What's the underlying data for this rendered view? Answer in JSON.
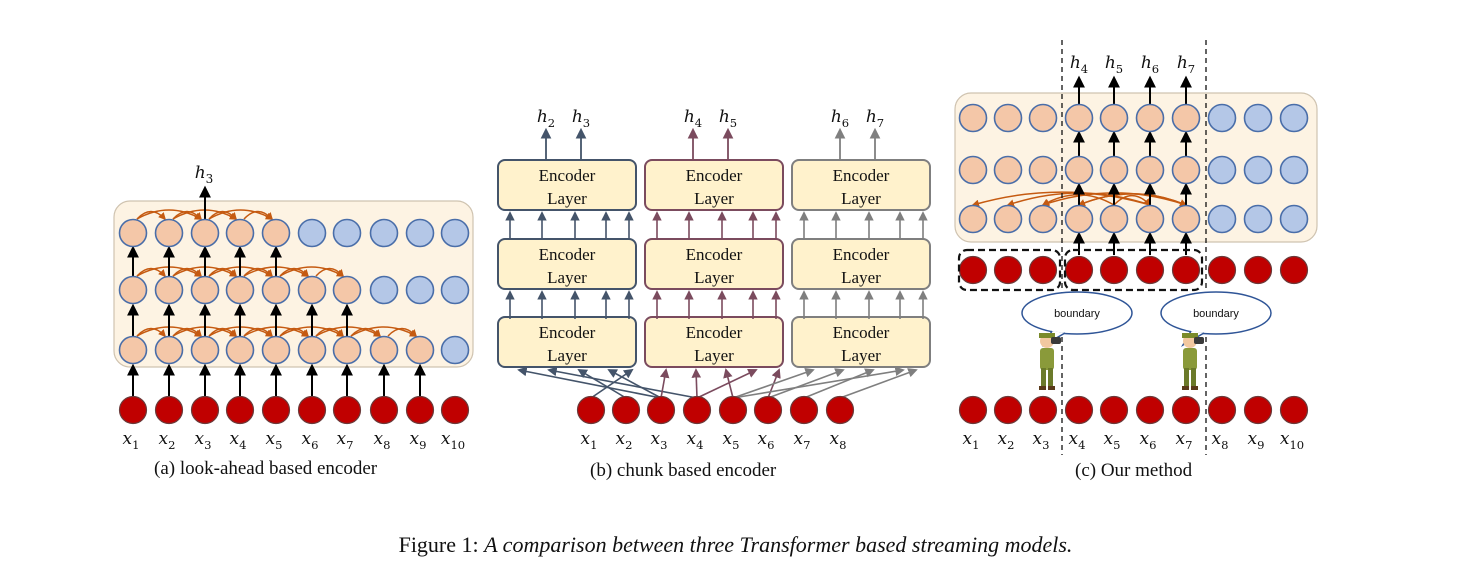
{
  "panel_a": {
    "caption": "(a) look-ahead based encoder",
    "inputs": [
      "x1",
      "x2",
      "x3",
      "x4",
      "x5",
      "x6",
      "x7",
      "x8",
      "x9",
      "x10"
    ],
    "output": "h3"
  },
  "panel_b": {
    "caption": "(b) chunk based encoder",
    "inputs": [
      "x1",
      "x2",
      "x3",
      "x4",
      "x5",
      "x6",
      "x7",
      "x8"
    ],
    "layer_label_1": "Encoder",
    "layer_label_2": "Layer",
    "chunks": [
      {
        "outputs": [
          "h2",
          "h3"
        ],
        "color": "#44546a"
      },
      {
        "outputs": [
          "h4",
          "h5"
        ],
        "color": "#7b4b5e"
      },
      {
        "outputs": [
          "h6",
          "h7"
        ],
        "color": "#7f7f7f"
      }
    ]
  },
  "panel_c": {
    "caption": "(c) Our method",
    "inputs": [
      "x1",
      "x2",
      "x3",
      "x4",
      "x5",
      "x6",
      "x7",
      "x8",
      "x9",
      "x10"
    ],
    "outputs": [
      "h4",
      "h5",
      "h6",
      "h7"
    ],
    "bubble_text": "boundary"
  },
  "figure_caption": {
    "label": "Figure 1:",
    "text": "A comparison between three Transformer based streaming models."
  },
  "colors": {
    "salmon": "#f4c7a8",
    "blue": "#b4c7e7",
    "red": "#c00000",
    "orange_arrow": "#c55a11",
    "panel_bg": "#fdf3e3",
    "layer_fill": "#fff2cc"
  }
}
